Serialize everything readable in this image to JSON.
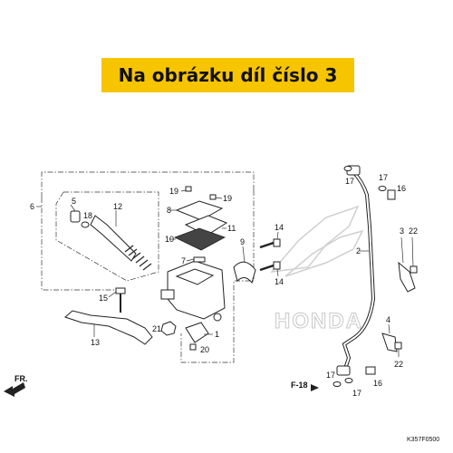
{
  "banner": {
    "text": "Na obrázku díl číslo 3"
  },
  "diagram": {
    "watermark": "HONDA",
    "code": "K357F0500",
    "direction_label": "FR.",
    "section_ref": "F-18",
    "callouts": {
      "c1": "1",
      "c2": "2",
      "c3": "3",
      "c4": "4",
      "c5": "5",
      "c6": "6",
      "c7": "7",
      "c8": "8",
      "c9": "9",
      "c10": "10",
      "c11": "11",
      "c12": "12",
      "c13": "13",
      "c14a": "14",
      "c14b": "14",
      "c15": "15",
      "c16a": "16",
      "c16b": "16",
      "c17a": "17",
      "c17b": "17",
      "c17c": "17",
      "c17d": "17",
      "c18": "18",
      "c19a": "19",
      "c19b": "19",
      "c20": "20",
      "c21": "21",
      "c22a": "22",
      "c22b": "22"
    }
  },
  "colors": {
    "banner": "#f7c400",
    "line": "#222222",
    "watermark": "#c8c8c8"
  }
}
